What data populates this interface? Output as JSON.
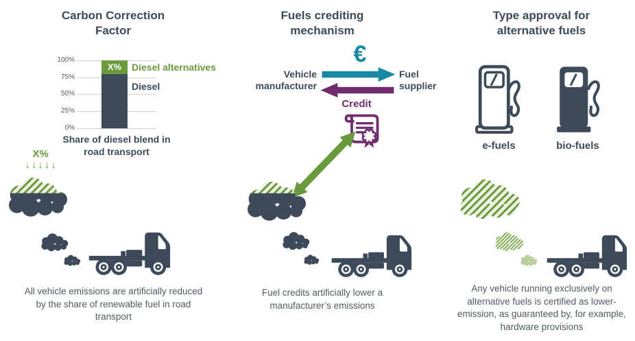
{
  "colors": {
    "slate": "#3C4A59",
    "green": "#6A9A3B",
    "hatch_bg": "#EDF3E3",
    "teal": "#1789A4",
    "purple": "#702C6E",
    "grid": "#CFCFCF",
    "caption_text": "#4F5A64"
  },
  "panel1": {
    "title": "Carbon Correction Factor",
    "chart": {
      "y_ticks": [
        "100%",
        "75%",
        "50%",
        "25%",
        "0%"
      ],
      "bar_segment_label": "X%",
      "legend_alternatives": "Diesel alternatives",
      "legend_diesel": "Diesel",
      "xlabel": "Share of diesel blend in road transport"
    },
    "reduction_label": "X%",
    "down_arrows_glyph": "↓↓↓↓↓",
    "caption": "All vehicle emissions are artificially reduced by the share of renewable fuel in road transport"
  },
  "panel2": {
    "title": "Fuels crediting mechanism",
    "euro_symbol": "€",
    "left_party": "Vehicle manufacturer",
    "right_party": "Fuel supplier",
    "credit_label": "Credit",
    "caption": "Fuel credits artificially lower a manufacturer’s emissions"
  },
  "panel3": {
    "title": "Type approval for alternative fuels",
    "pump_labels": [
      "e-fuels",
      "bio-fuels"
    ],
    "caption": "Any vehicle running exclusively on alternative fuels is certified as lower-emission, as guaranteed by, for example, hardware provisions"
  },
  "chart_data": {
    "type": "bar",
    "stacked": true,
    "title": "Share of diesel blend in road transport",
    "categories": [
      "Diesel blend in road transport"
    ],
    "series": [
      {
        "name": "Diesel",
        "values": [
          80
        ]
      },
      {
        "name": "Diesel alternatives",
        "values": [
          20
        ]
      }
    ],
    "value_labels": [
      "X%"
    ],
    "xlabel": "Share of diesel blend in road transport",
    "ylabel": "",
    "ylim": [
      0,
      100
    ],
    "y_ticks": [
      "0%",
      "25%",
      "50%",
      "75%",
      "100%"
    ],
    "grid": true,
    "legend_position": "right"
  }
}
